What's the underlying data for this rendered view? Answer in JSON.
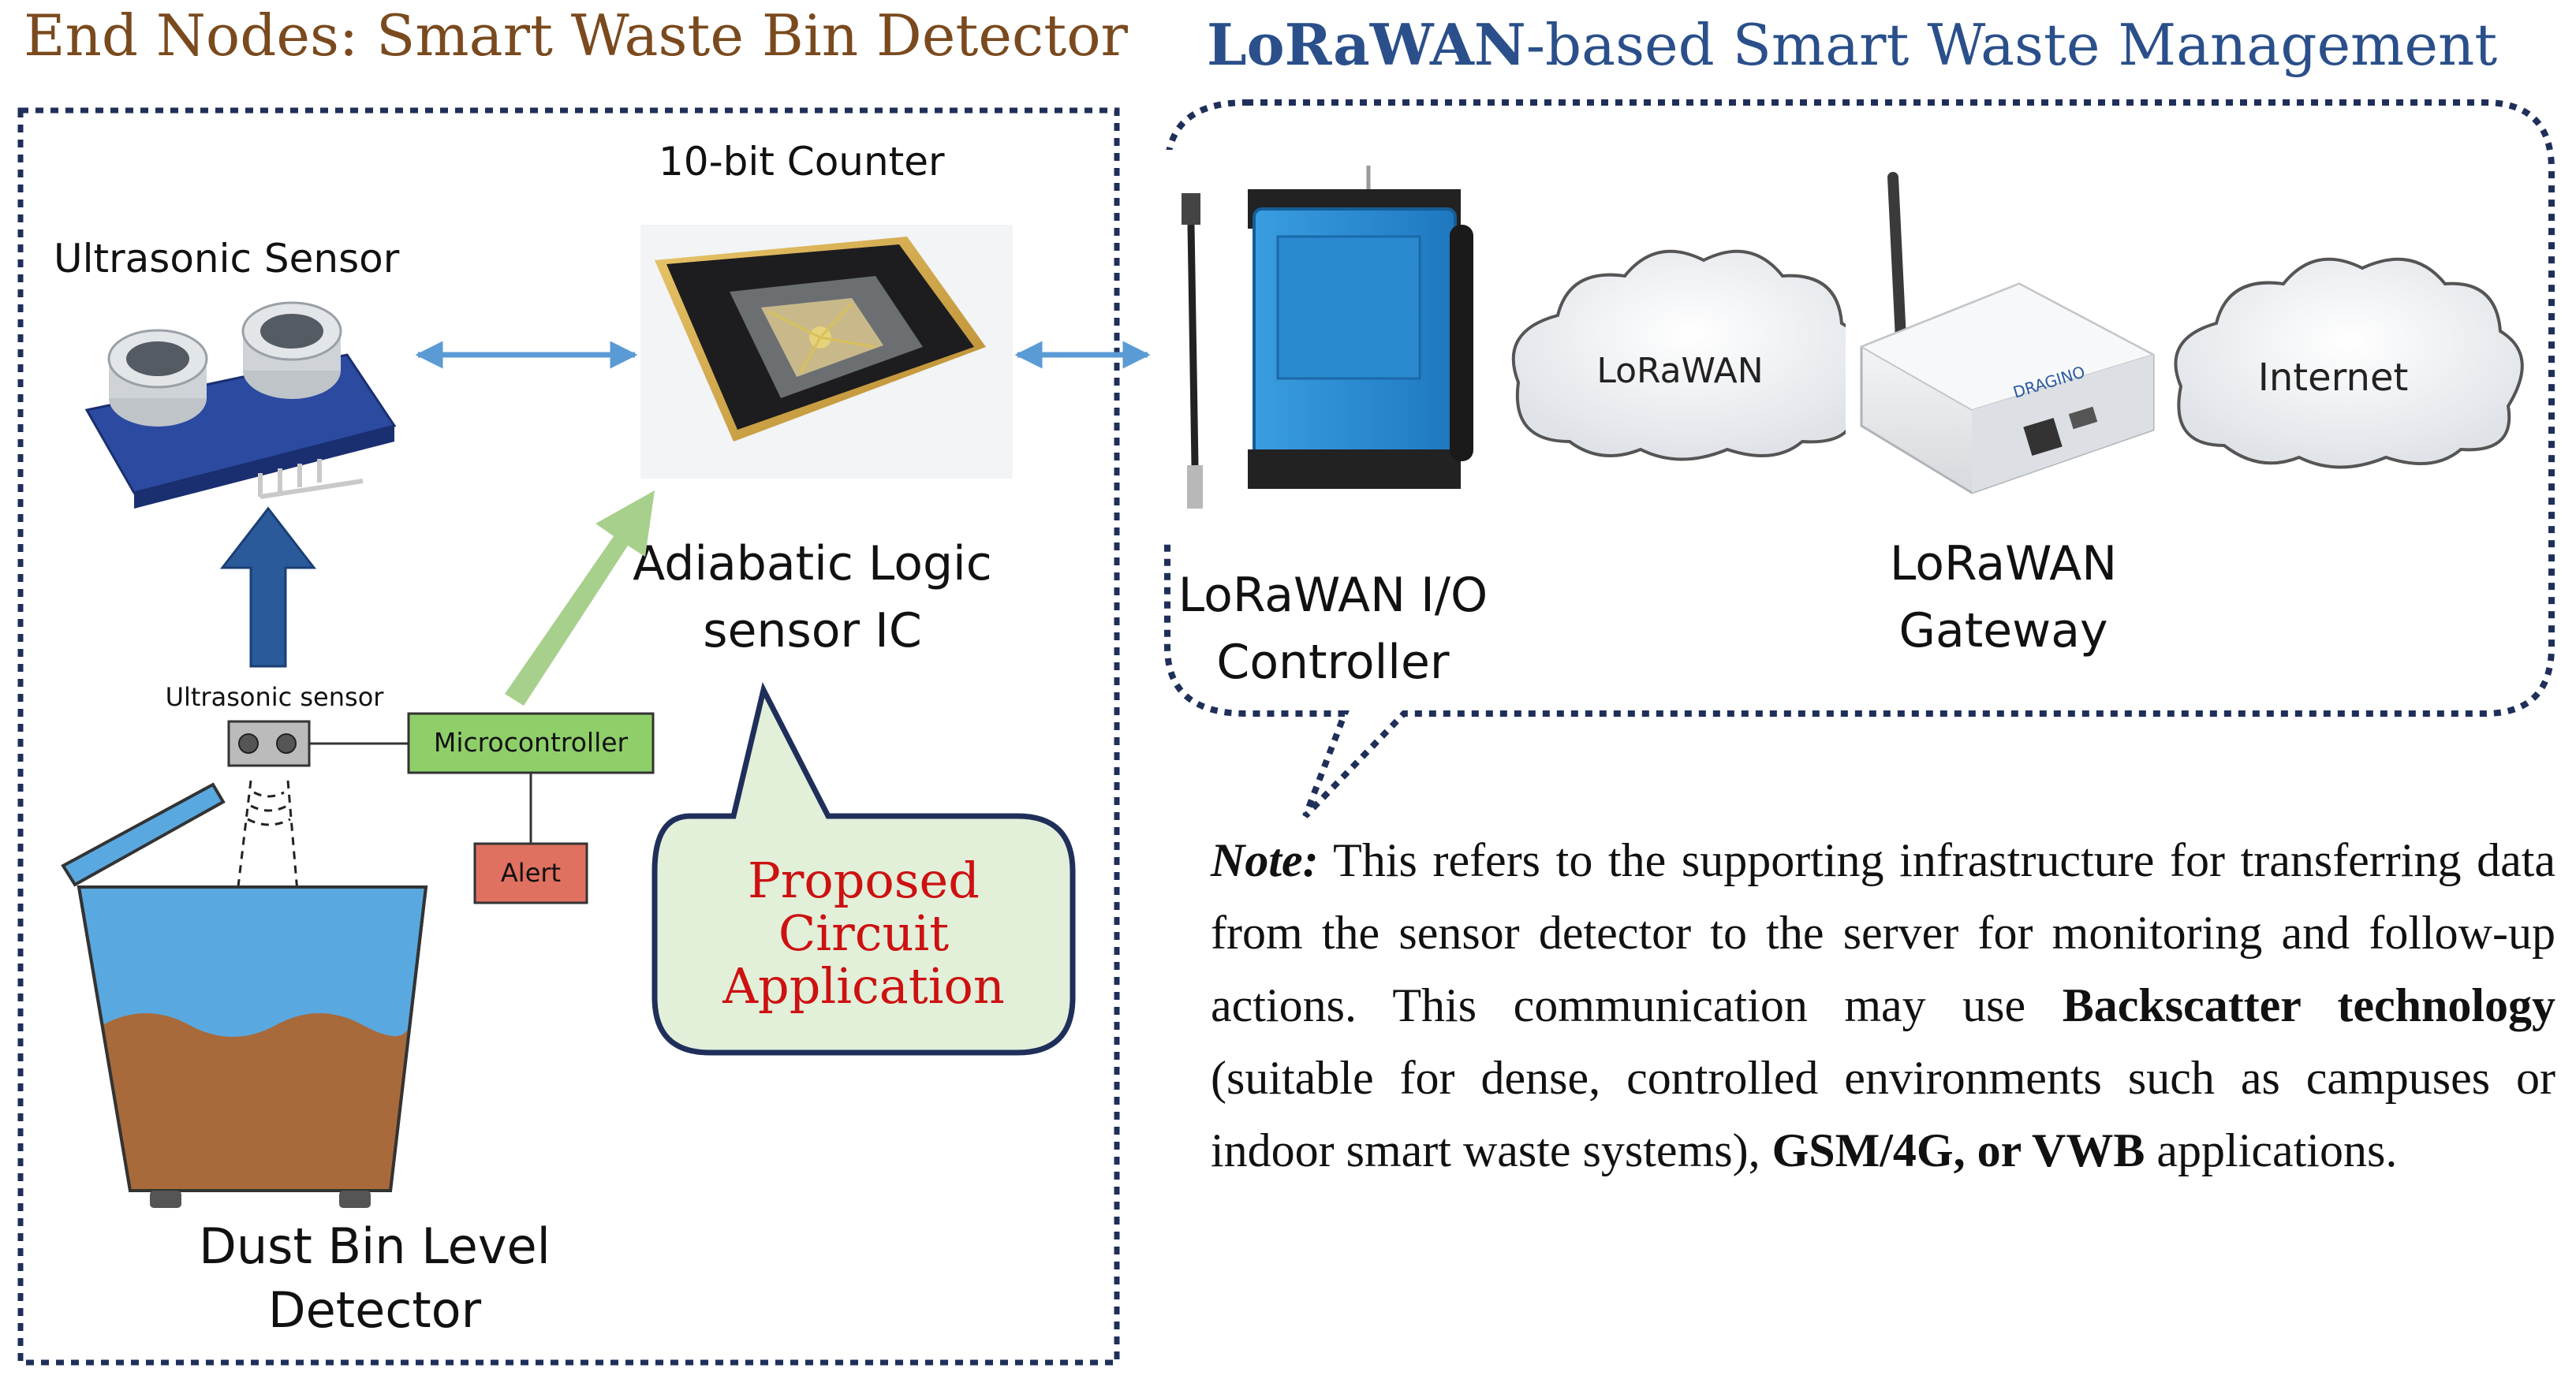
{
  "left_panel": {
    "title": "End Nodes: Smart Waste Bin Detector",
    "ultrasonic_module_label": "Ultrasonic Sensor",
    "counter_label": "10-bit Counter",
    "chip_label_line1": "Adiabatic Logic",
    "chip_label_line2": "sensor IC",
    "ultrasonic_sensor_small": "Ultrasonic sensor",
    "microcontroller": "Microcontroller",
    "alert": "Alert",
    "callout_line1": "Proposed",
    "callout_line2": "Circuit",
    "callout_line3": "Application",
    "bin_label_line1": "Dust Bin Level",
    "bin_label_line2": "Detector"
  },
  "right_panel": {
    "title_bold": "LoRaWAN",
    "title_rest": "-based Smart Waste Management",
    "cloud1": "LoRaWAN",
    "cloud2": "Internet",
    "controller_line1": "LoRaWAN I/O",
    "controller_line2": "Controller",
    "gateway_line1": "LoRaWAN",
    "gateway_line2": "Gateway",
    "gateway_brand": "DRAGINO"
  },
  "note": {
    "label": "Note:",
    "text1": " This refers to the supporting infrastructure for transferring data from the sensor detector to the server for monitoring and follow-up actions. This communication may use ",
    "bold1": "Backscatter technology",
    "text2": " (suitable for dense, con­trolled environments such as campuses or indoor smart waste systems), ",
    "bold2": "GSM/4G, or VWB",
    "text3": " applications."
  },
  "colors": {
    "left_title": "#7a4a1e",
    "right_title": "#2a4f8a",
    "frame": "#1f2f5a",
    "thick_arrow": "#2a5a9a",
    "green_arrow": "#a8d08d",
    "double_arrow": "#5b9bd5",
    "callout_fill": "#e2efd9",
    "callout_text": "#cc1111",
    "microcontroller_fill": "#8fcf6a",
    "alert_fill": "#e07060",
    "bin_water": "#5aa8e0",
    "bin_waste": "#a86a3a"
  }
}
